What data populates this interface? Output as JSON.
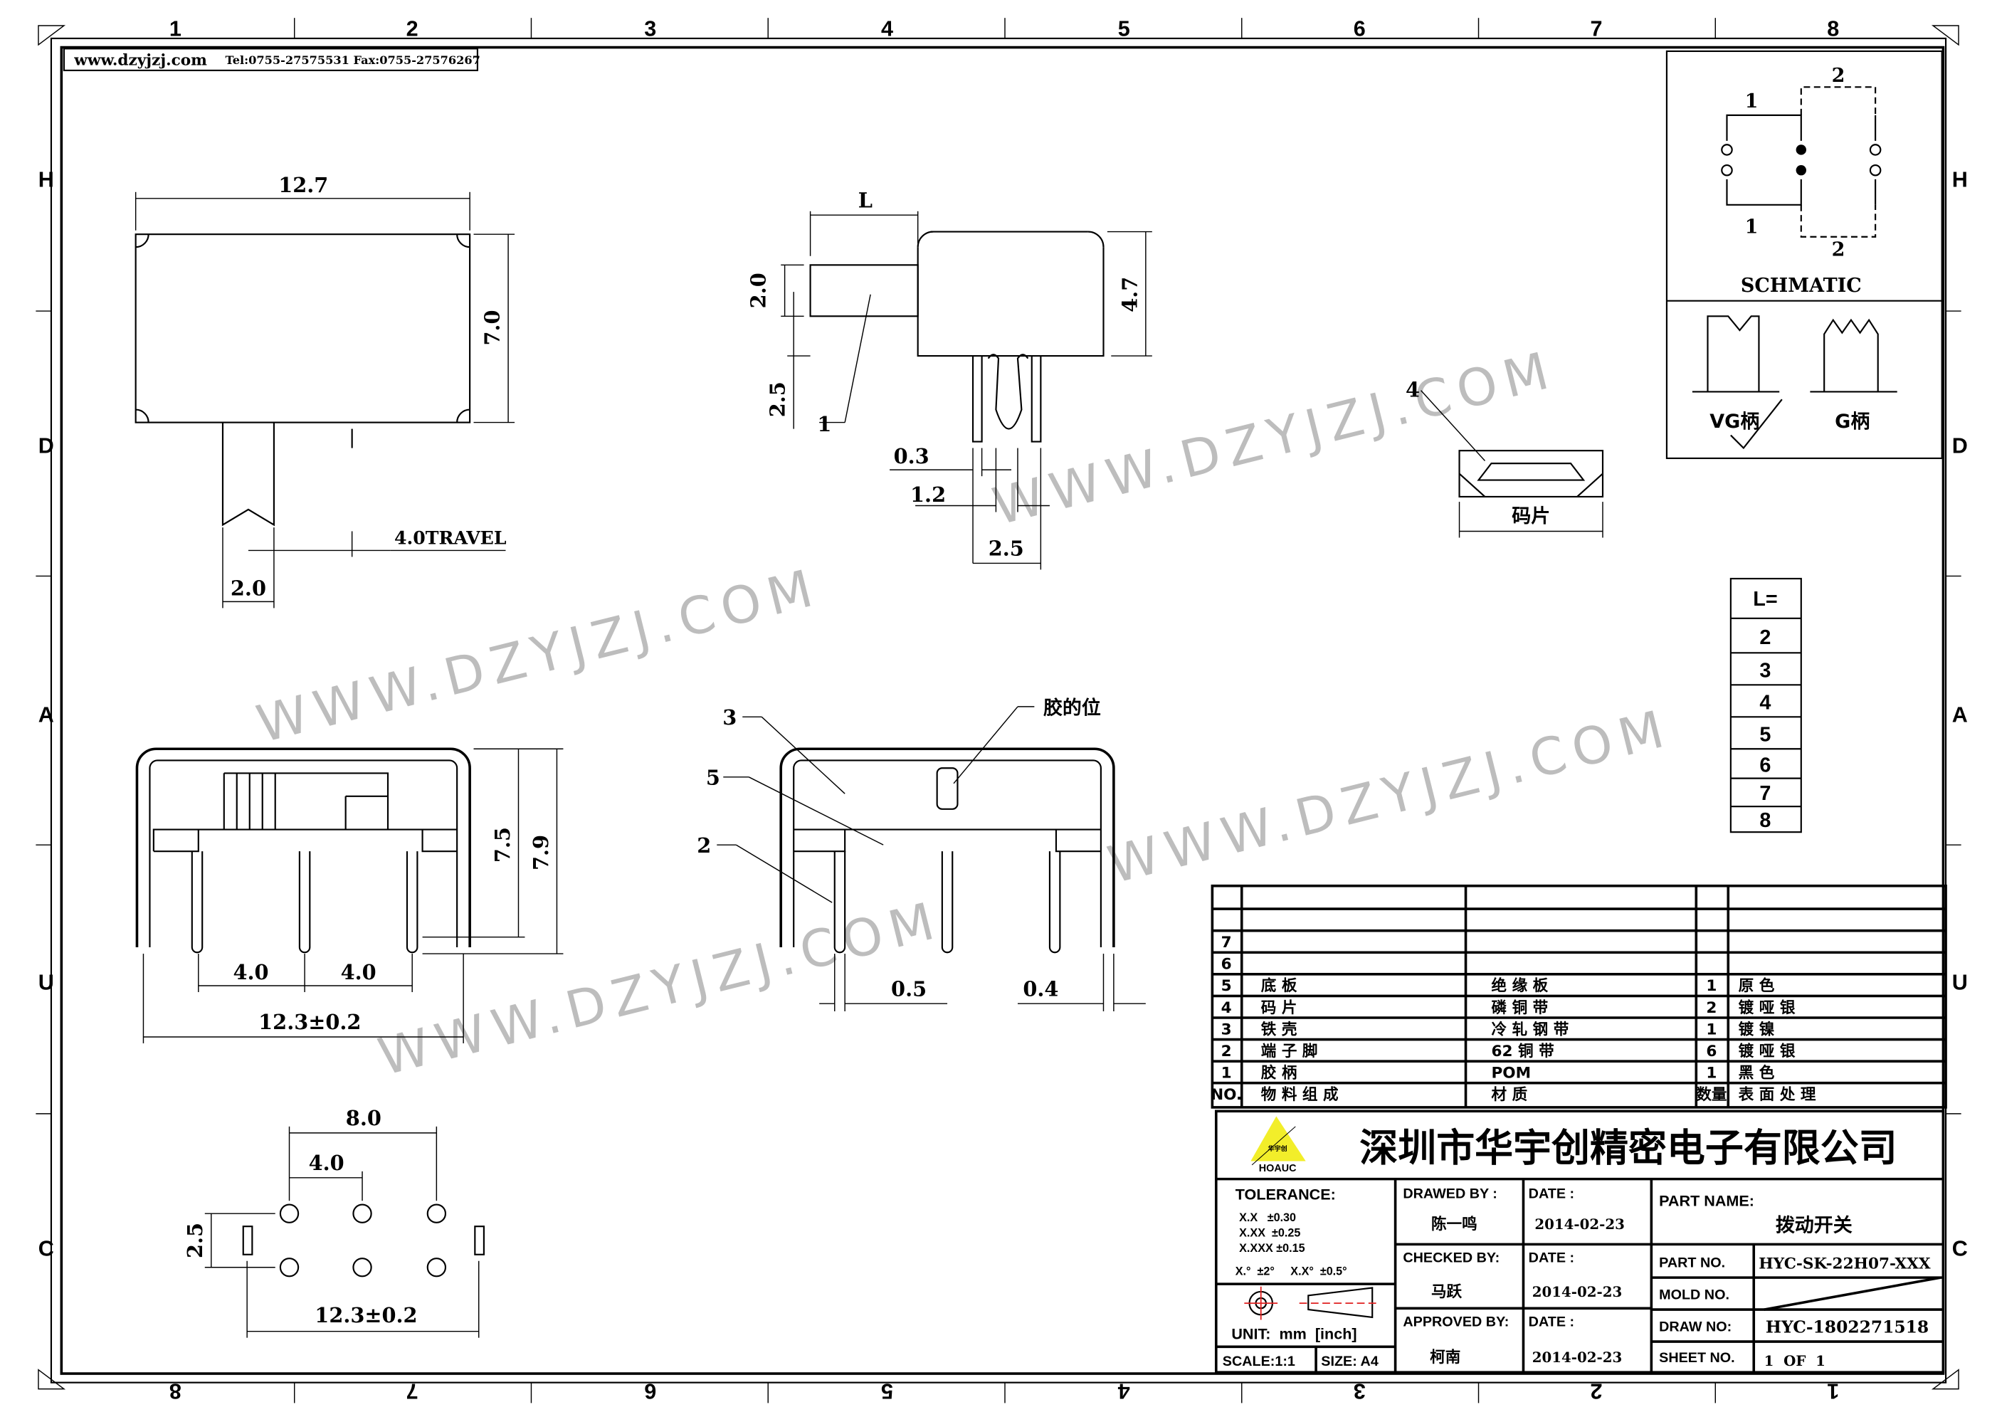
{
  "header": {
    "website": "www.dzyjzj.com",
    "contact": "Tel:0755-27575531  Fax:0755-27576267"
  },
  "frame": {
    "columns_top": [
      "1",
      "2",
      "3",
      "4",
      "5",
      "6",
      "7",
      "8"
    ],
    "columns_bottom": [
      "8",
      "7",
      "6",
      "5",
      "4",
      "3",
      "2",
      "1"
    ],
    "rows": [
      "H",
      "D",
      "A",
      "U",
      "C"
    ]
  },
  "watermark": "WWW.DZYJZJ.COM",
  "top_view": {
    "width": "12.7",
    "height": "7.0",
    "travel": "4.0TRAVEL",
    "lever_width": "2.0"
  },
  "side_view": {
    "lever_length": "L",
    "lever_height": "2.0",
    "lever_offset": "2.5",
    "body_height": "4.7",
    "pin_thickness": "0.3",
    "pin_gap": "1.2",
    "pin_pitch": "2.5",
    "callout": "1"
  },
  "front_view": {
    "pitch_left": "4.0",
    "pitch_right": "4.0",
    "overall": "12.3±0.2",
    "height1": "7.5",
    "height2": "7.9"
  },
  "front_view_2": {
    "callouts": [
      "3",
      "5",
      "2"
    ],
    "glue_label": "胶的位",
    "dim_left": "0.5",
    "dim_right": "0.4"
  },
  "contact_part": {
    "callout": "4",
    "label": "码片"
  },
  "footprint": {
    "outer": "8.0",
    "pitch": "4.0",
    "row_pitch": "2.5",
    "slot_span": "12.3±0.2"
  },
  "schematic": {
    "title": "SCHMATIC",
    "labels": [
      "1",
      "1",
      "2",
      "2"
    ],
    "handle_vg": "VG柄",
    "handle_g": "G柄"
  },
  "length_table": {
    "header": "L=",
    "values": [
      "2",
      "3",
      "4",
      "5",
      "6",
      "7",
      "8"
    ]
  },
  "bom": {
    "rows": [
      {
        "no": "7",
        "part": "",
        "material": "",
        "qty": "",
        "finish": ""
      },
      {
        "no": "6",
        "part": "",
        "material": "",
        "qty": "",
        "finish": ""
      },
      {
        "no": "5",
        "part": "底 板",
        "material": "绝 缘 板",
        "qty": "1",
        "finish": "原 色"
      },
      {
        "no": "4",
        "part": "码 片",
        "material": "磷 铜 带",
        "qty": "2",
        "finish": "镀 哑 银"
      },
      {
        "no": "3",
        "part": "铁 壳",
        "material": "冷 轧 钢 带",
        "qty": "1",
        "finish": "镀 镍"
      },
      {
        "no": "2",
        "part": "端 子 脚",
        "material": "62 铜 带",
        "qty": "6",
        "finish": "镀 哑 银"
      },
      {
        "no": "1",
        "part": "胶 柄",
        "material": "POM",
        "qty": "1",
        "finish": "黑 色"
      }
    ],
    "header": {
      "no": "NO.",
      "part": "物 料 组 成",
      "material": "材 质",
      "qty": "数量",
      "finish": "表 面 处 理"
    }
  },
  "title_block": {
    "company": "深圳市华宇创精密电子有限公司",
    "logo_text": "HOAUC",
    "logo_cn": "华宇创",
    "tolerance_label": "TOLERANCE:",
    "tolerances": [
      "X.X   ±0.30",
      "X.XX  ±0.25",
      "X.XXX ±0.15"
    ],
    "angle_tol": "X.°  ±2°     X.X°  ±0.5°",
    "unit": "UNIT:  mm  [inch]",
    "scale": "SCALE:1:1",
    "size": "SIZE:  A4",
    "drawn_label": "DRAWED  BY :",
    "drawn_by": "陈一鸣",
    "drawn_date_label": "DATE :",
    "drawn_date": "2014-02-23",
    "checked_label": "CHECKED  BY:",
    "checked_by": "马跃",
    "checked_date_label": "DATE :",
    "checked_date": "2014-02-23",
    "approved_label": "APPROVED  BY:",
    "approved_by": "柯南",
    "approved_date_label": "DATE :",
    "approved_date": "2014-02-23",
    "part_name_label": "PART  NAME:",
    "part_name": "拨动开关",
    "part_no_label": "PART  NO.",
    "part_no": "HYC-SK-22H07-XXX",
    "mold_no_label": "MOLD  NO.",
    "draw_no_label": "DRAW  NO:",
    "draw_no": "HYC-1802271518",
    "sheet_no_label": "SHEET  NO.",
    "sheet_no": "1  OF  1"
  },
  "colors": {
    "line": "#000000",
    "watermark": "#bdbdbd",
    "logo": "#f2ee2a",
    "center_mark": "#e02020"
  }
}
